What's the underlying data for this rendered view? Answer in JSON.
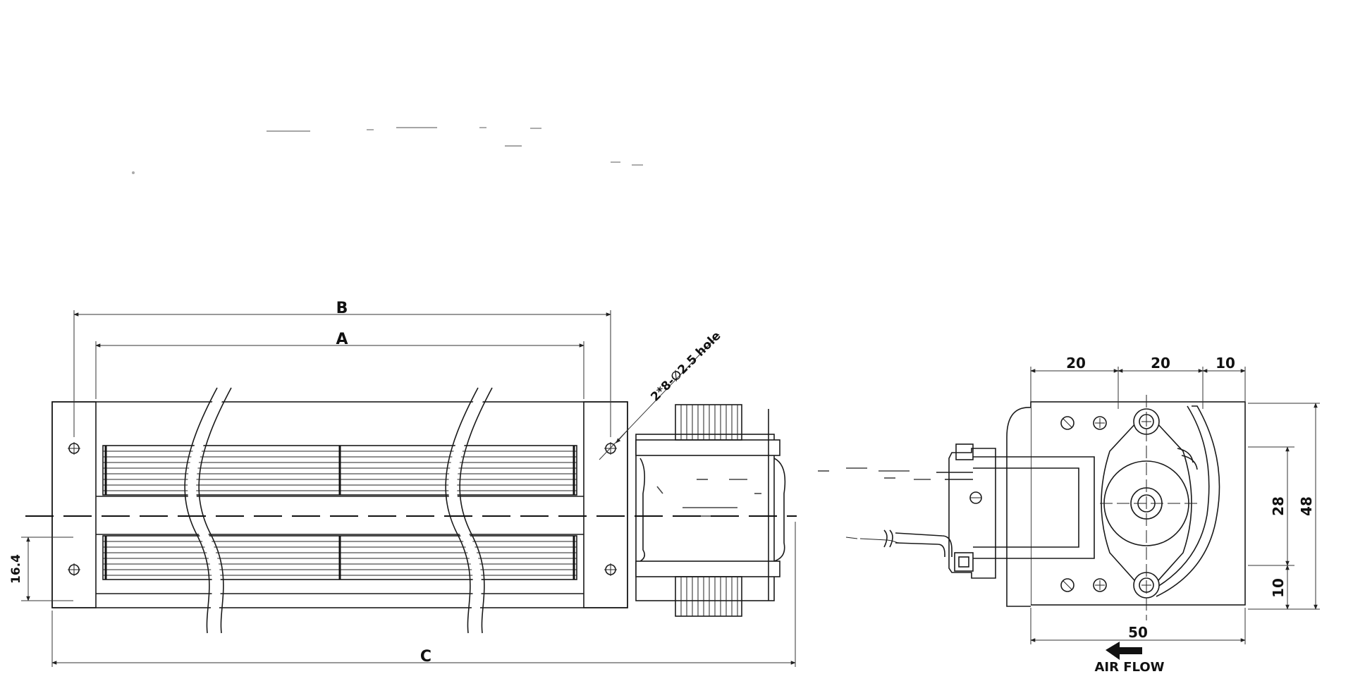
{
  "labels": {
    "b": "B",
    "a": "A",
    "c": "C",
    "hole": "2*8-∅2.5 hole",
    "d_16_4": "16.4",
    "d_20a": "20",
    "d_20b": "20",
    "d_10_top": "10",
    "d_28": "28",
    "d_48": "48",
    "d_10_right": "10",
    "d_50": "50",
    "air_flow": "AIR FLOW"
  },
  "icons": {
    "air_flow_arrow": "left-arrow-icon"
  }
}
